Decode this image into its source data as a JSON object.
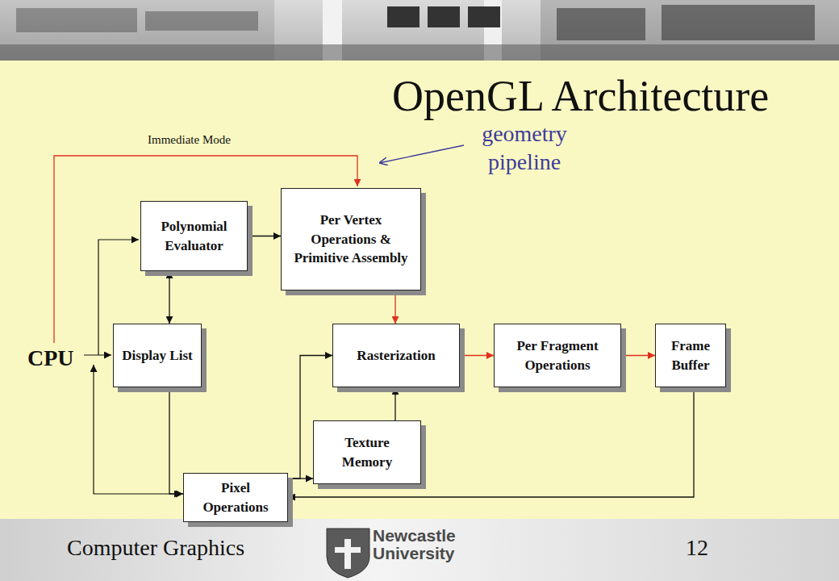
{
  "diagram": {
    "title": "OpenGL Architecture",
    "nodes": [
      {
        "text": [
          "Polynomial Evaluator"
        ]
      },
      {
        "text": [
          "Per Vertex Operations & Primitive Assembly"
        ]
      },
      {
        "text": [
          "Display List"
        ]
      },
      {
        "text": [
          "Rasterization"
        ]
      },
      {
        "text": [
          "Per Fragment Operations"
        ]
      },
      {
        "text": [
          "Frame Buffer"
        ]
      },
      {
        "text": [
          "Texture Memory"
        ]
      },
      {
        "text": [
          "Pixel Operations"
        ]
      }
    ],
    "edges": [
      {
        "from": 0,
        "to": 1,
        "arrow": "to"
      },
      {
        "from": 2,
        "to": 0,
        "arrow": "both"
      },
      {
        "from": 1,
        "to": 3,
        "arrow": "to"
      },
      {
        "from": 3,
        "to": 4,
        "arrow": "to"
      },
      {
        "from": 4,
        "to": 5,
        "arrow": "to"
      },
      {
        "from": 6,
        "to": 3,
        "arrow": "to"
      },
      {
        "from": 2,
        "to": 7,
        "arrow": "to"
      },
      {
        "from": 7,
        "to": 3,
        "arrow": "to"
      },
      {
        "from": 7,
        "to": 6,
        "arrow": "to"
      },
      {
        "from": 5,
        "to": 7,
        "arrow": "to"
      }
    ],
    "labels": [
      "Immediate Mode",
      "geometry pipeline",
      "CPU",
      "Computer Graphics",
      "Newcastle University",
      "12"
    ]
  }
}
